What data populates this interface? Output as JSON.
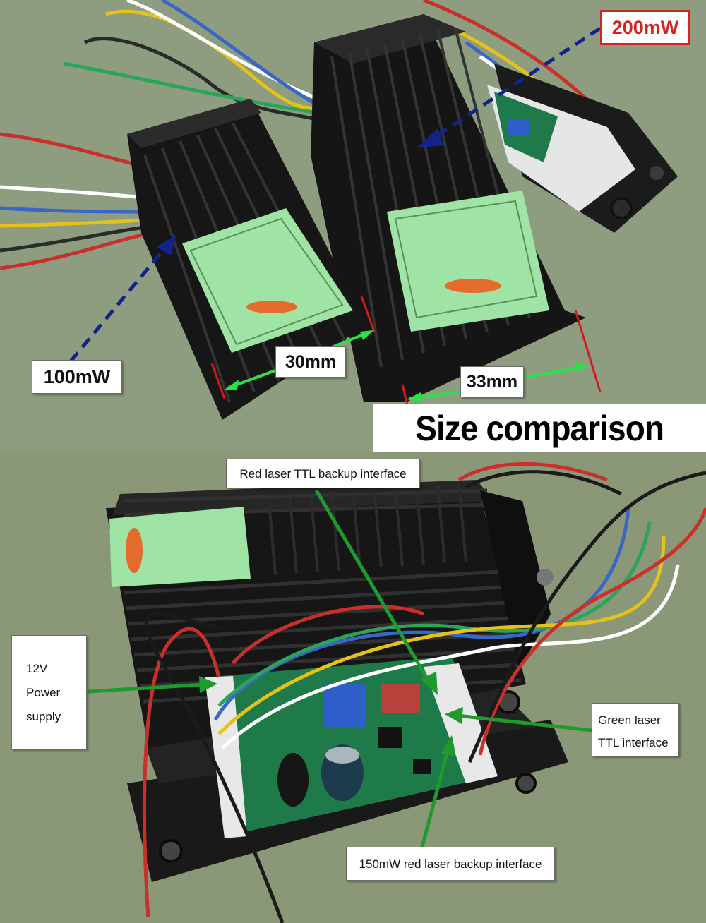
{
  "top": {
    "label_200mw": "200mW",
    "label_100mw": "100mW",
    "dim_30mm": "30mm",
    "dim_33mm": "33mm",
    "banner": "Size comparison"
  },
  "bottom": {
    "red_ttl": "Red laser TTL backup interface",
    "power_line1": "12V",
    "power_line2": "Power",
    "power_line3": "supply",
    "green_ttl_line1": "Green laser",
    "green_ttl_line2": "TTL interface",
    "red_150mw": "150mW red laser backup interface"
  },
  "colors": {
    "arrow_blue": "#12238a",
    "arrow_green": "#1f9a2c",
    "label_red": "#d8231c",
    "measure_red": "#d41a1a"
  }
}
